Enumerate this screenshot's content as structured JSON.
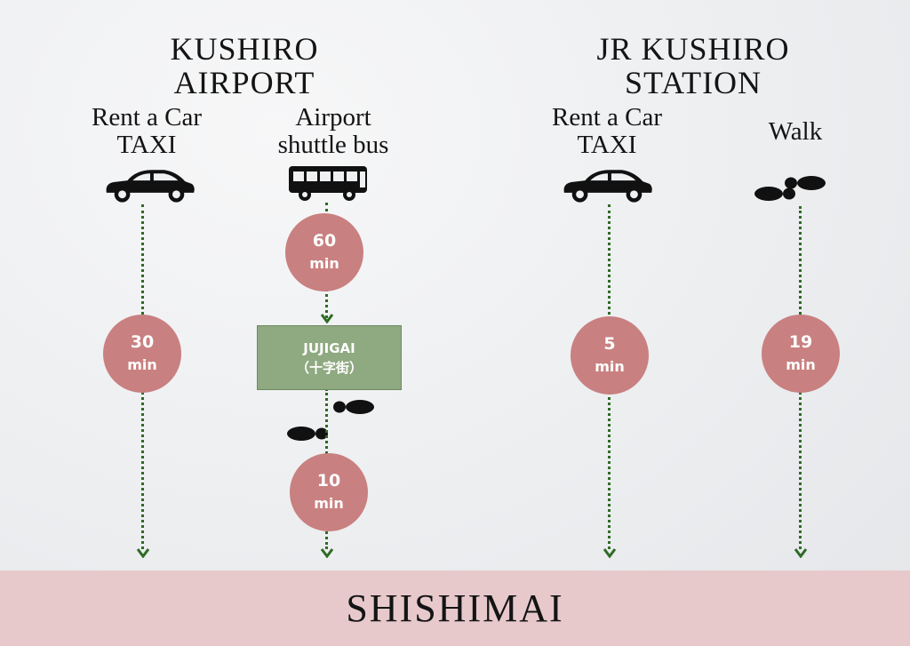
{
  "colors": {
    "circle_fill": "#c98080",
    "stop_fill": "#8fa981",
    "line": "#2f6b24",
    "footer_fill": "#e7c9cc"
  },
  "origins": {
    "airport": "KUSHIRO\nAIRPORT",
    "station": "JR KUSHIRO\nSTATION"
  },
  "routes": {
    "airport_car": {
      "mode": "Rent a Car\nTAXI",
      "icon": "car-icon",
      "time": "30",
      "unit": "min"
    },
    "airport_bus": {
      "mode": "Airport\nshuttle bus",
      "icon": "bus-icon",
      "time_bus": "60",
      "unit": "min",
      "stop_name": "JUJIGAI",
      "stop_jp": "（十字街）",
      "walk_icon": "footprints-icon",
      "time_walk": "10"
    },
    "station_car": {
      "mode": "Rent a Car\nTAXI",
      "icon": "car-icon",
      "time": "5",
      "unit": "min"
    },
    "station_walk": {
      "mode": "Walk",
      "icon": "footprints-icon",
      "time": "19",
      "unit": "min"
    }
  },
  "destination": "SHISHIMAI"
}
